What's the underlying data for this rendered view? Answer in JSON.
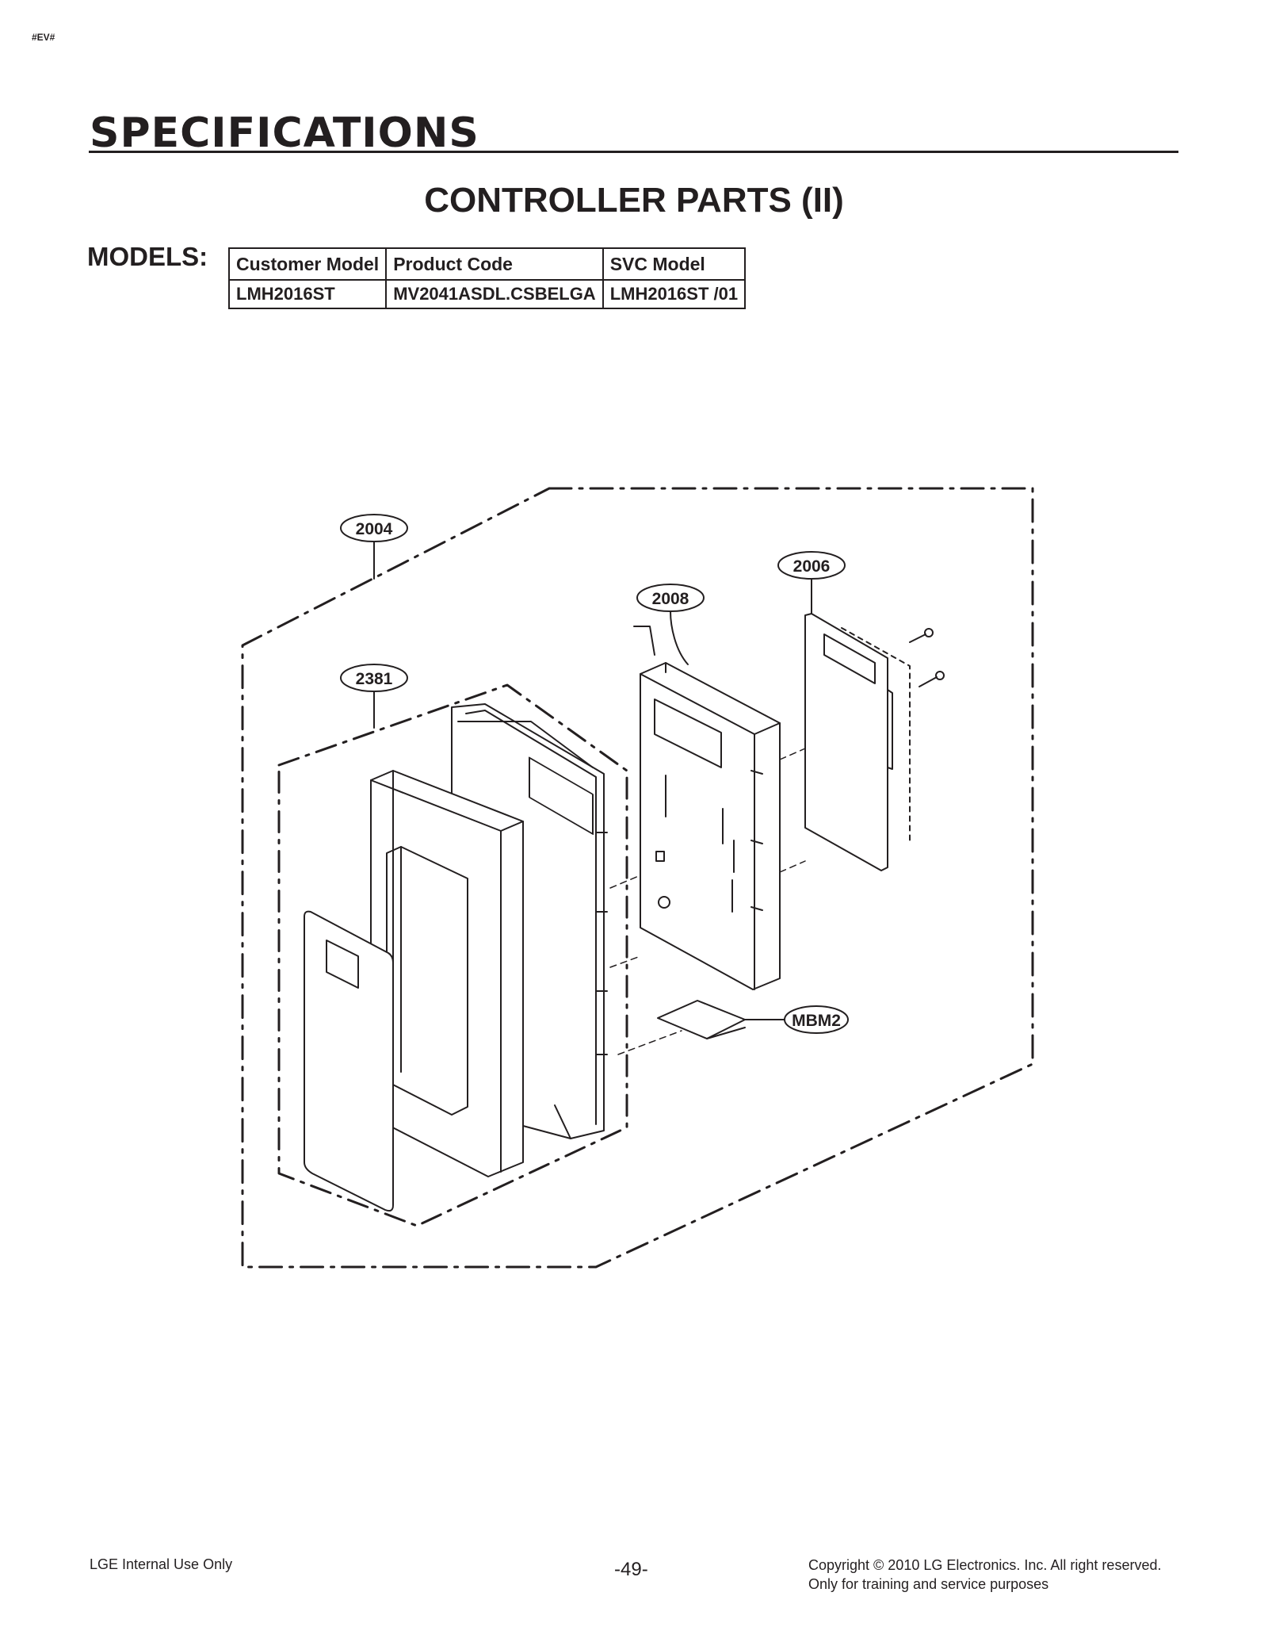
{
  "header": {
    "corner_tag": "#EV#",
    "section_title": "SPECIFICATIONS",
    "page_title": "CONTROLLER PARTS (II)",
    "models_label": "MODELS:"
  },
  "models_table": {
    "headers": [
      "Customer Model",
      "Product Code",
      "SVC Model"
    ],
    "row": [
      "LMH2016ST",
      "MV2041ASDL.CSBELGA",
      "LMH2016ST /01"
    ]
  },
  "callouts": {
    "c2004": "2004",
    "c2006": "2006",
    "c2008": "2008",
    "c2381": "2381",
    "mbm2": "MBM2"
  },
  "footer": {
    "left": "LGE Internal Use Only",
    "page_number": "-49-",
    "copyright": "Copyright © 2010 LG Electronics. Inc. All right reserved.",
    "note": "Only for training and service purposes"
  }
}
